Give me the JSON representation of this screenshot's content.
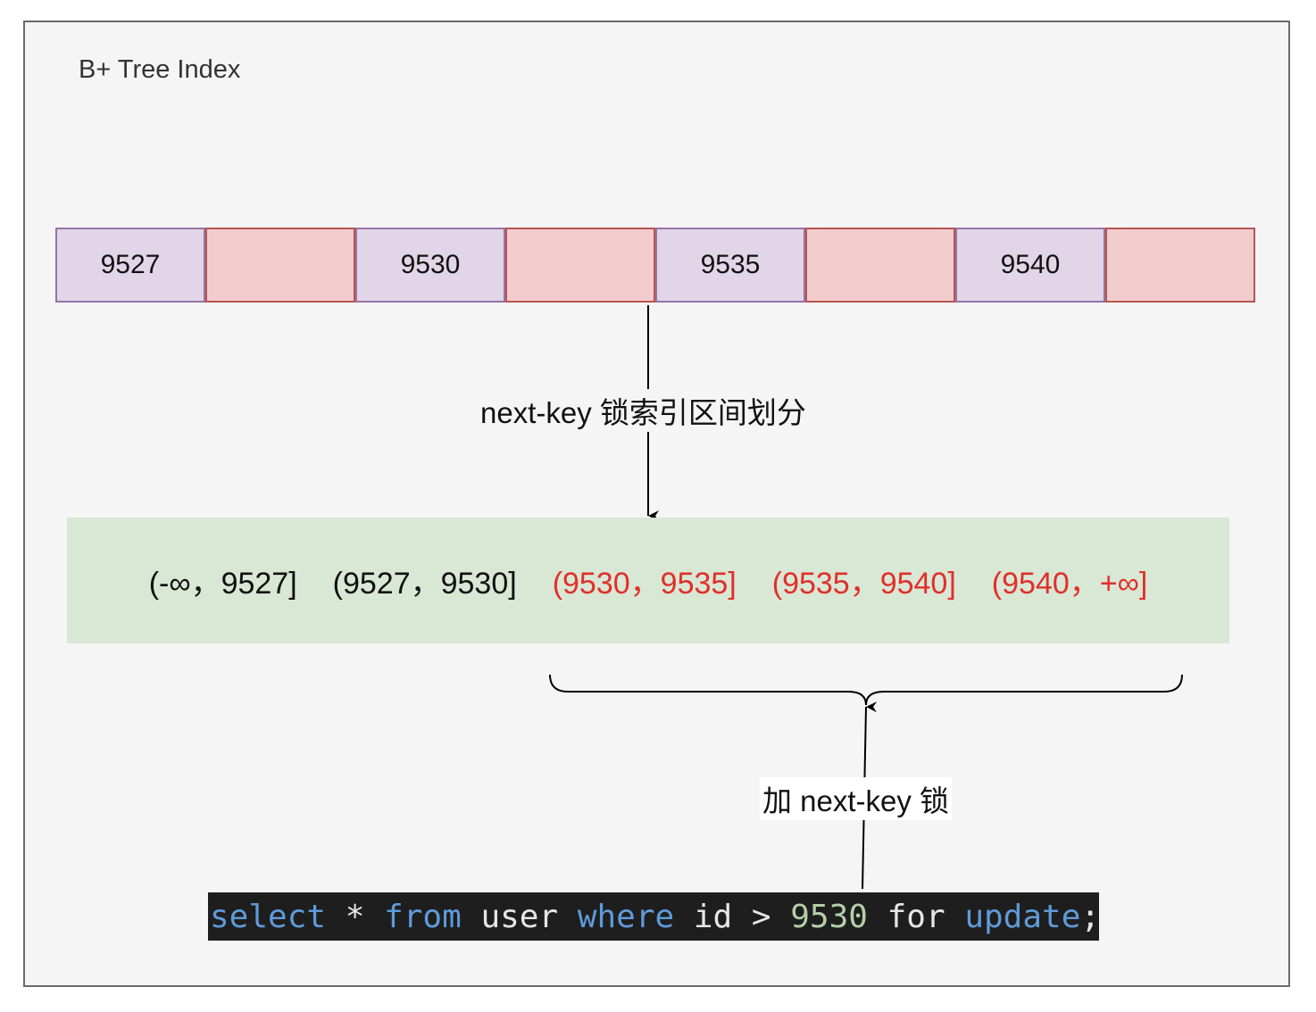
{
  "diagram": {
    "title": "B+ Tree Index",
    "cells": [
      {
        "kind": "key",
        "label": "9527"
      },
      {
        "kind": "gap",
        "label": ""
      },
      {
        "kind": "key",
        "label": "9530"
      },
      {
        "kind": "gap",
        "label": ""
      },
      {
        "kind": "key",
        "label": "9535"
      },
      {
        "kind": "gap",
        "label": ""
      },
      {
        "kind": "key",
        "label": "9540"
      },
      {
        "kind": "gap",
        "label": ""
      }
    ],
    "division_label": "next-key 锁索引区间划分",
    "intervals": [
      {
        "label": "(-∞，9527]",
        "locked": false
      },
      {
        "label": "(9527，9530]",
        "locked": false
      },
      {
        "label": "(9530，9535]",
        "locked": true
      },
      {
        "label": "(9535，9540]",
        "locked": true
      },
      {
        "label": "(9540，+∞]",
        "locked": true
      }
    ],
    "lock_label": "加 next-key 锁",
    "sql": {
      "tokens": [
        {
          "text": "select",
          "style": "kw"
        },
        {
          "text": " * ",
          "style": "plain"
        },
        {
          "text": "from",
          "style": "kw"
        },
        {
          "text": " user ",
          "style": "plain"
        },
        {
          "text": "where",
          "style": "kw"
        },
        {
          "text": " id > ",
          "style": "plain"
        },
        {
          "text": "9530",
          "style": "num"
        },
        {
          "text": " for ",
          "style": "plain"
        },
        {
          "text": "update",
          "style": "kw"
        },
        {
          "text": ";",
          "style": "plain"
        }
      ]
    },
    "colors": {
      "key_fill": "#e1d5e7",
      "key_border": "#9673a6",
      "gap_fill": "#f2cccc",
      "gap_border": "#b85450",
      "interval_band": "#d9e7d5",
      "locked_text": "#e0302a",
      "sql_background": "#1e1e1e"
    }
  }
}
